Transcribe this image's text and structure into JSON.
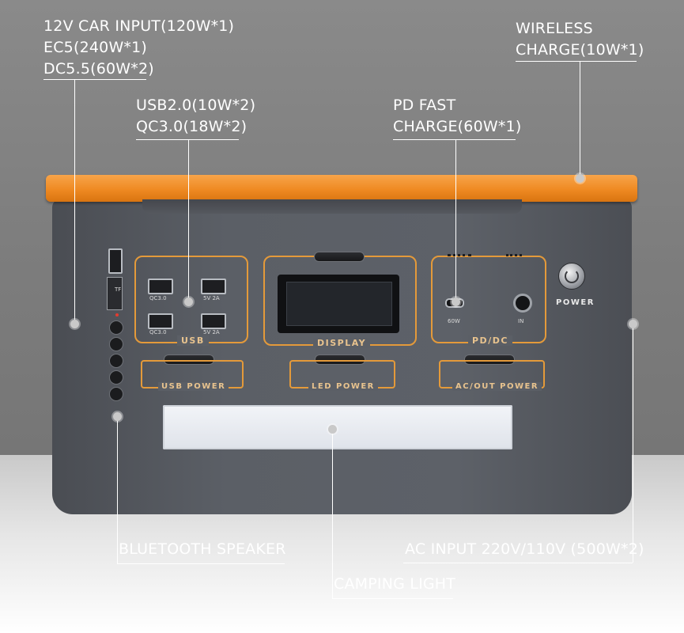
{
  "callouts": {
    "car_input": {
      "line1": "12V CAR INPUT(120W*1)",
      "line2": "EC5(240W*1)",
      "line3": "DC5.5(60W*2)"
    },
    "wireless": {
      "line1": "WIRELESS",
      "line2": "CHARGE(10W*1)"
    },
    "usb": {
      "line1": "USB2.0(10W*2)",
      "line2": "QC3.0(18W*2)"
    },
    "pd": {
      "line1": "PD FAST",
      "line2": "CHARGE(60W*1)"
    },
    "bluetooth": "BLUETOOTH SPEAKER",
    "ac_input": "AC INPUT 220V/110V (500W*2)",
    "camping": "CAMPING LIGHT"
  },
  "device": {
    "usb_panel_label": "USB",
    "display_panel_label": "DISPLAY",
    "pddc_panel_label": "PD/DC",
    "usb_power_label": "USB  POWER",
    "led_power_label": "LED  POWER",
    "ac_power_label": "AC/OUT POWER",
    "power_button_label": "POWER",
    "port_qc_1": "QC3.0",
    "port_qc_2": "QC3.0",
    "port_5v_1": "5V 2A",
    "port_5v_2": "5V 2A",
    "tf_label": "TF",
    "pd_60w": "60W",
    "in_label": "IN"
  },
  "colors": {
    "accent_orange": "#ef8a22",
    "body_gray": "#5b5f66",
    "panel_trim": "#e49a3a"
  }
}
